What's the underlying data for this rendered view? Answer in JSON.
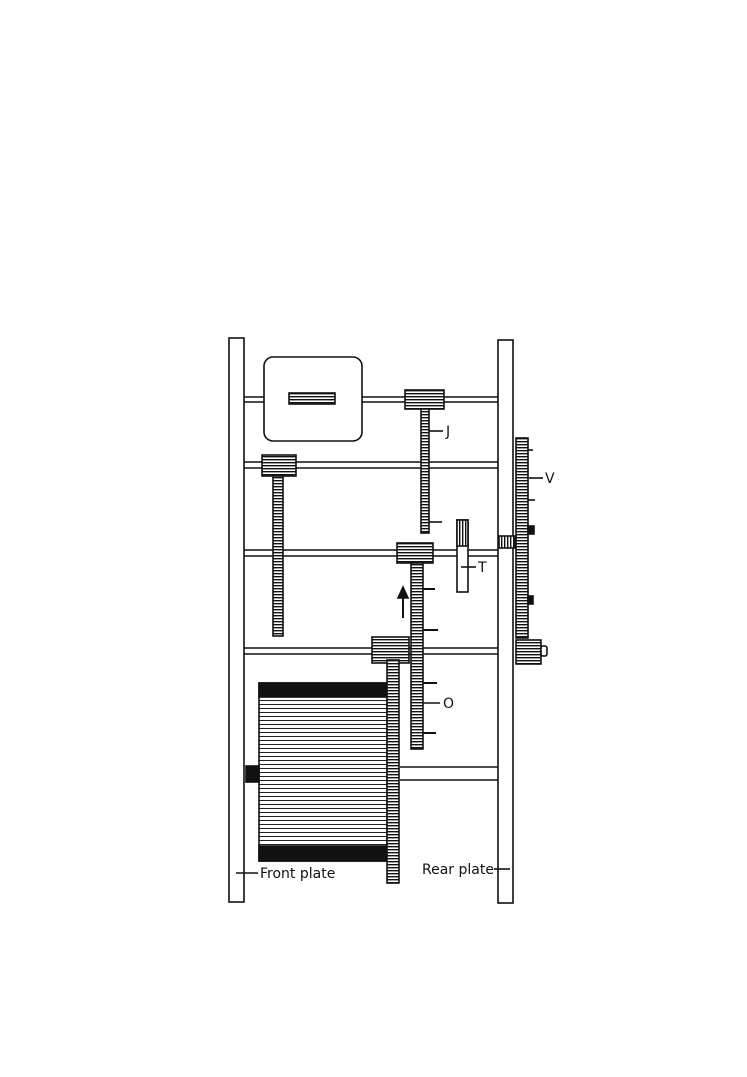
{
  "labels": {
    "j": "J",
    "v": "V",
    "t": "T",
    "o": "O",
    "front_plate": "Front plate",
    "rear_plate": "Rear plate"
  },
  "colors": {
    "ink": "#111111",
    "paper": "#ffffff"
  }
}
